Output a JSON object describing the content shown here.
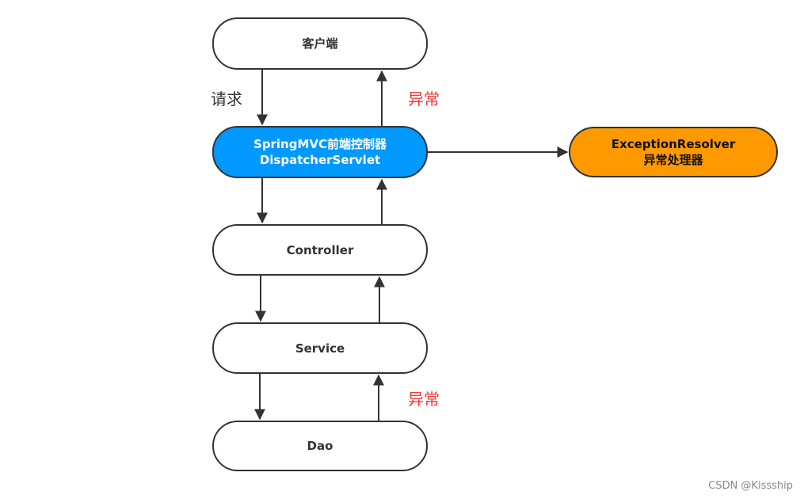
{
  "diagram": {
    "nodes": {
      "client": {
        "label": "客户端"
      },
      "dispatcher": {
        "line1": "SpringMVC前端控制器",
        "line2": "DispatcherServlet"
      },
      "controller": {
        "label": "Controller"
      },
      "service": {
        "label": "Service"
      },
      "dao": {
        "label": "Dao"
      },
      "resolver": {
        "line1": "ExceptionResolver",
        "line2": "异常处理器"
      }
    },
    "edge_labels": {
      "request": "请求",
      "exception_top": "异常",
      "exception_bottom": "异常"
    },
    "colors": {
      "dispatcher_fill": "#0099ff",
      "resolver_fill": "#ff9900",
      "stroke": "#333333",
      "exception_text": "#ff3333"
    }
  },
  "watermark": "CSDN @Kissship"
}
